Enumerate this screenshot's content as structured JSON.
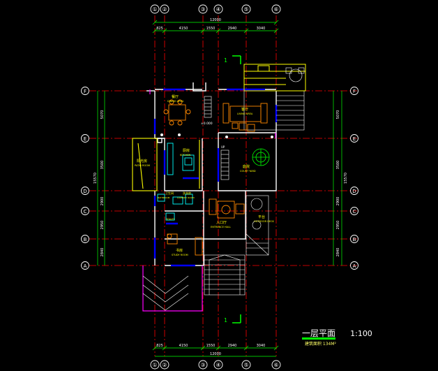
{
  "axes_v": [
    "①",
    "②",
    "③",
    "④",
    "⑤",
    "⑥"
  ],
  "axes_h": [
    "F",
    "E",
    "D",
    "C",
    "B",
    "A"
  ],
  "dims_top": {
    "segments": [
      "825",
      "4150",
      "1550",
      "2940",
      "3040"
    ],
    "total": "12000"
  },
  "dims_bottom": {
    "segments": [
      "825",
      "4150",
      "1550",
      "2940",
      "3040"
    ],
    "total": "12000"
  },
  "dims_left": {
    "segments": [
      "5070",
      "3500",
      "2900",
      "2950",
      "2840"
    ],
    "total": "15570"
  },
  "dims_right": {
    "segments": [
      "5070",
      "3500",
      "2900",
      "2950",
      "2840"
    ],
    "total": "15570"
  },
  "section_mark": "1",
  "elevation": "±0.000",
  "rooms": {
    "dining_cn": "餐厅",
    "dining_en": "DINING AREA",
    "living_cn": "客厅",
    "living_en": "LIVING AREA",
    "kitchen_cn": "厨房",
    "kitchen_en": "KITCHEN",
    "court_cn": "庭院",
    "court_en": "COURT YARD",
    "sunroom_cn": "阳光房",
    "sunroom_en": "PATIO ROOM",
    "bath_cn": "卫生间",
    "bath_en": "BATHROOM",
    "laundry_cn": "洗衣房",
    "laundry_en": "LAUNDRY ROOM",
    "toilet_en": "TOILET",
    "entrance_cn": "入口厅",
    "entrance_en": "ENTRANCE HALL",
    "terrace_cn": "平台",
    "terrace_en": "OUTDOOR DECK",
    "study_cn": "书房",
    "study_en": "STUDY ROOM",
    "up_label": "UP"
  },
  "caption": {
    "title": "一层平面",
    "scale": "1:100",
    "area": "建筑面积 134M²"
  },
  "colors": {
    "grid": "#ff0000",
    "wall": "#ffffff",
    "dim": "#00ff00",
    "window": "#0000ff",
    "furniture": "#ff8800",
    "text": "#ffff00",
    "stair": "#ffffff",
    "column": "#ff00ff"
  }
}
